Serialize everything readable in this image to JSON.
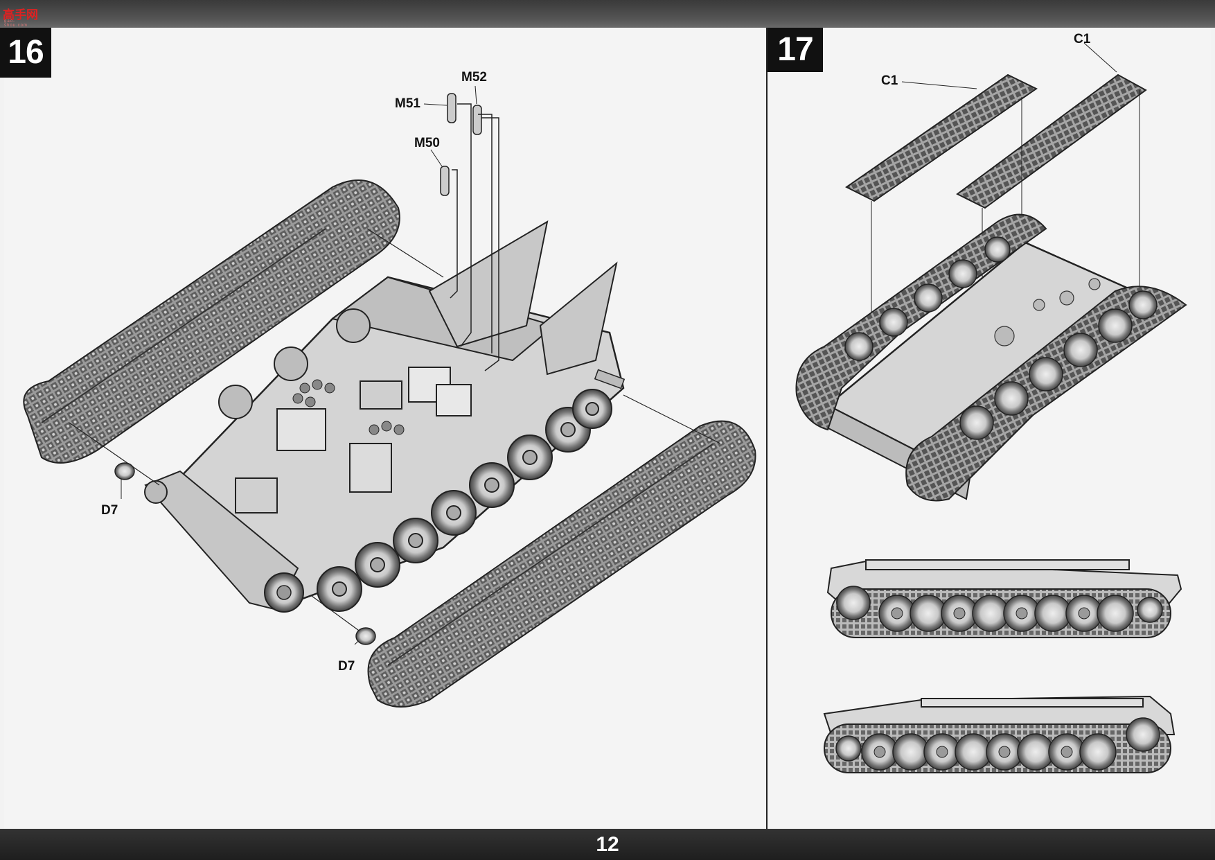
{
  "header": {
    "watermark_text": "高手网",
    "watermark_sub": "gao-shou.com"
  },
  "steps": [
    {
      "number": "16",
      "labels": {
        "m52": "M52",
        "m51": "M51",
        "m50": "M50",
        "d7_left": "D7",
        "d7_right": "D7"
      }
    },
    {
      "number": "17",
      "labels": {
        "c1_left": "C1",
        "c1_right": "C1"
      }
    }
  ],
  "footer": {
    "page_number": "12"
  },
  "colors": {
    "badge": "#111111",
    "ink": "#222222",
    "hull_fill": "#cfcfcf",
    "track_fill": "#8a8a8a"
  }
}
